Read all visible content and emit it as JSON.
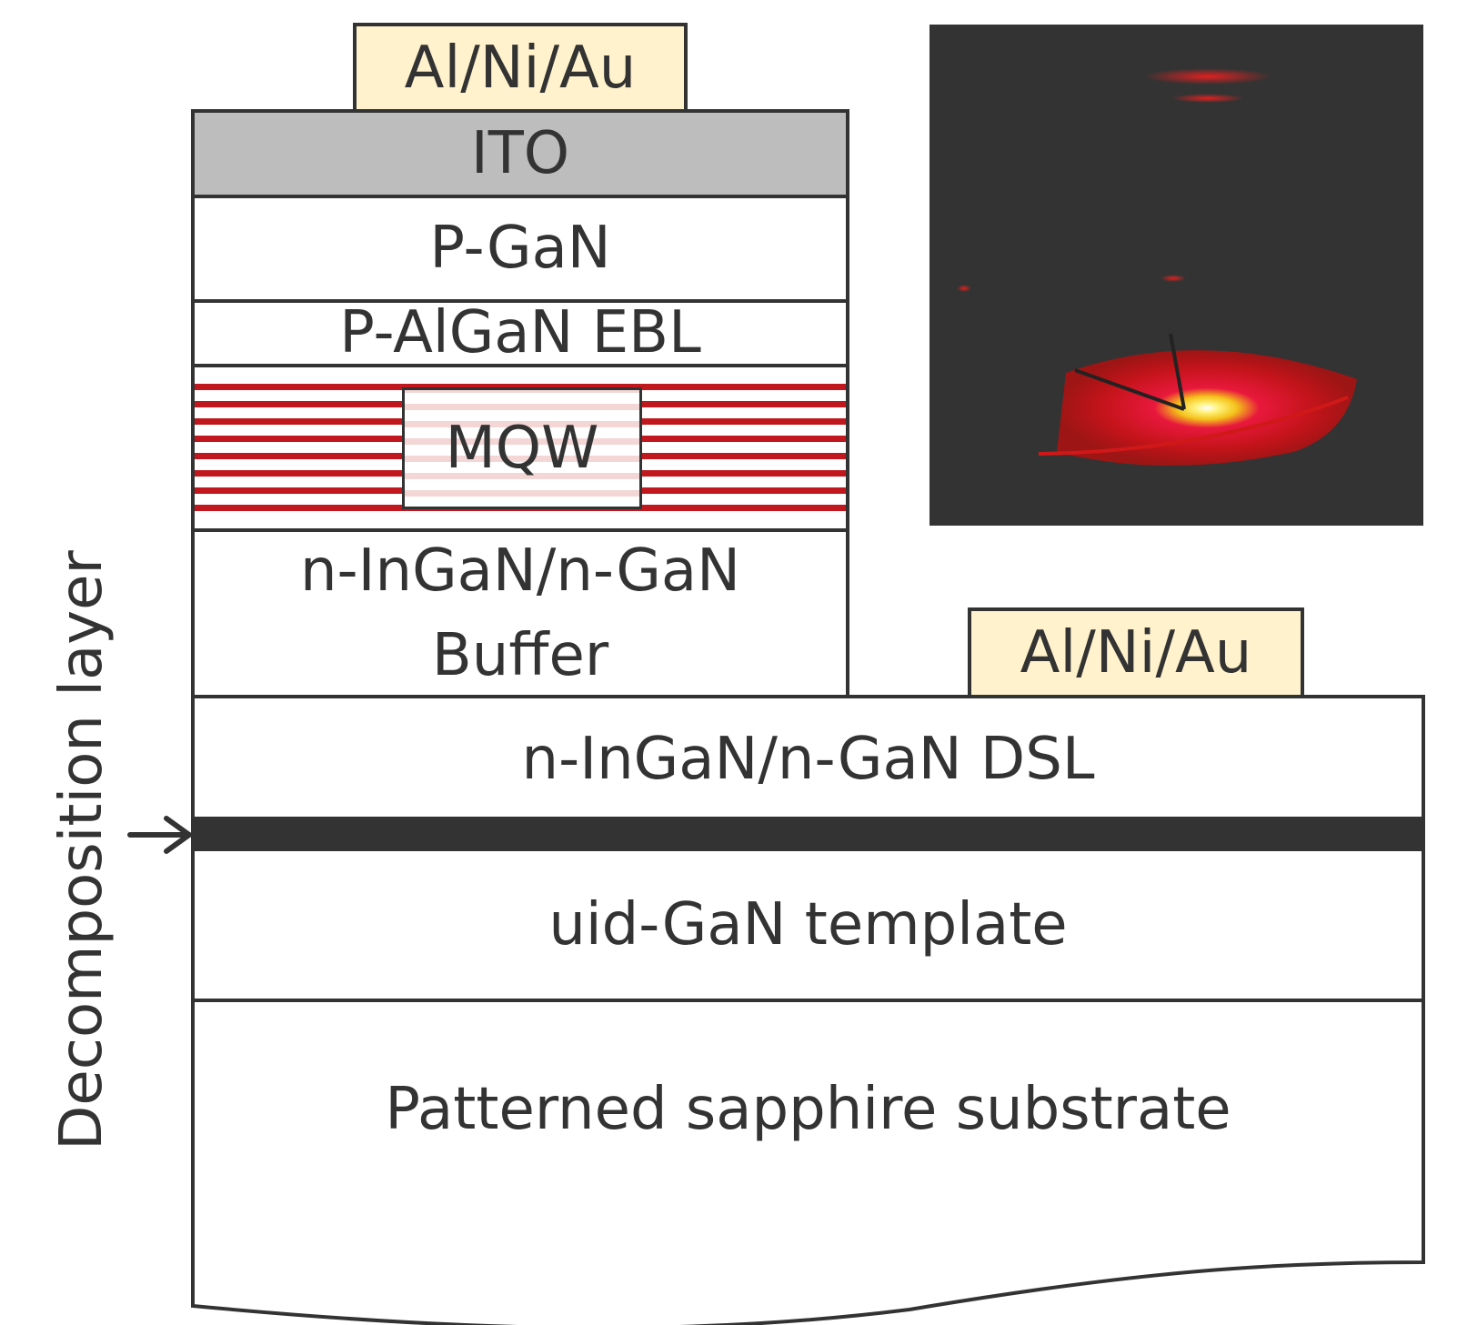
{
  "diagram": {
    "type": "LED epitaxial layer stack (cross-section)",
    "colors": {
      "stroke": "#333333",
      "contact_fill": "#FFF2CC",
      "ito_fill": "#BDBDBD",
      "mqw_well": "#C0181E",
      "mqw_inner_stripe": "#F4D6D6",
      "decomposition_layer": "#333333",
      "photo_background": "#333333"
    },
    "top_contact": {
      "label": "Al/Ni/Au"
    },
    "side_contact": {
      "label": "Al/Ni/Au"
    },
    "mesa_layers": [
      {
        "id": "ito",
        "label": "ITO"
      },
      {
        "id": "p-gan",
        "label": "P-GaN"
      },
      {
        "id": "p-algan-ebl",
        "label": "P-AlGaN EBL"
      },
      {
        "id": "mqw",
        "label": "MQW",
        "well_count": 8
      },
      {
        "id": "buffer",
        "label_line1": "n-InGaN/n-GaN",
        "label_line2": "Buffer"
      }
    ],
    "base_layers": [
      {
        "id": "dsl",
        "label": "n-InGaN/n-GaN DSL"
      },
      {
        "id": "decomposition",
        "label": ""
      },
      {
        "id": "template",
        "label": "uid-GaN template"
      },
      {
        "id": "substrate",
        "label": "Patterned sapphire substrate"
      }
    ],
    "annotation": {
      "label": "Decomposition layer",
      "points_to": "decomposition"
    },
    "inset_photo": {
      "description": "Photograph of operating red LED emission on wafer with probe needles"
    }
  }
}
